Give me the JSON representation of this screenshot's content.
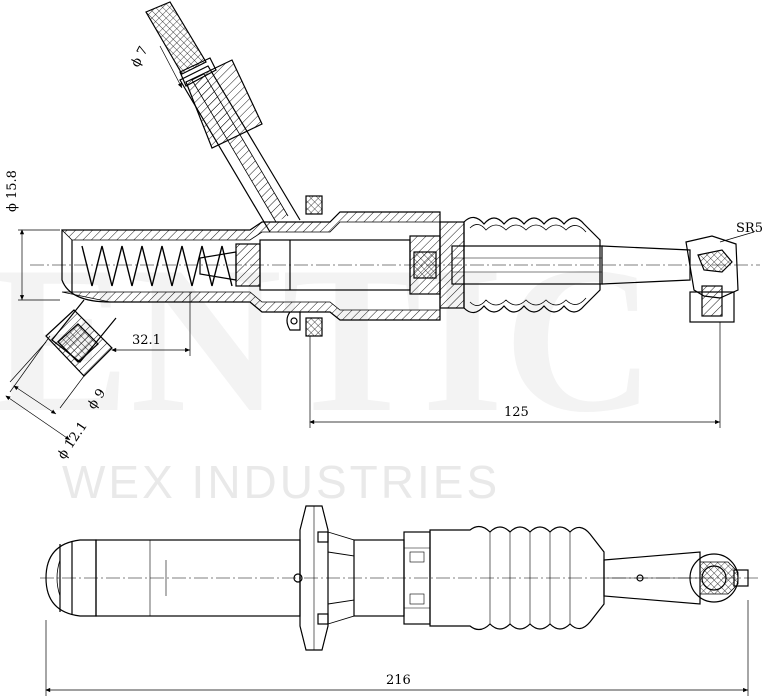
{
  "watermark": {
    "brand_letters": "ENTIC",
    "company": "WEX INDUSTRIES"
  },
  "dimensions": {
    "phi7": "ϕ 7",
    "phi15_8": "ϕ 15.8",
    "sr5": "SR5",
    "len32_1": "32.1",
    "len125": "125",
    "phi9": "ϕ 9",
    "phi12_1": "ϕ 12.1",
    "len216": "216"
  }
}
